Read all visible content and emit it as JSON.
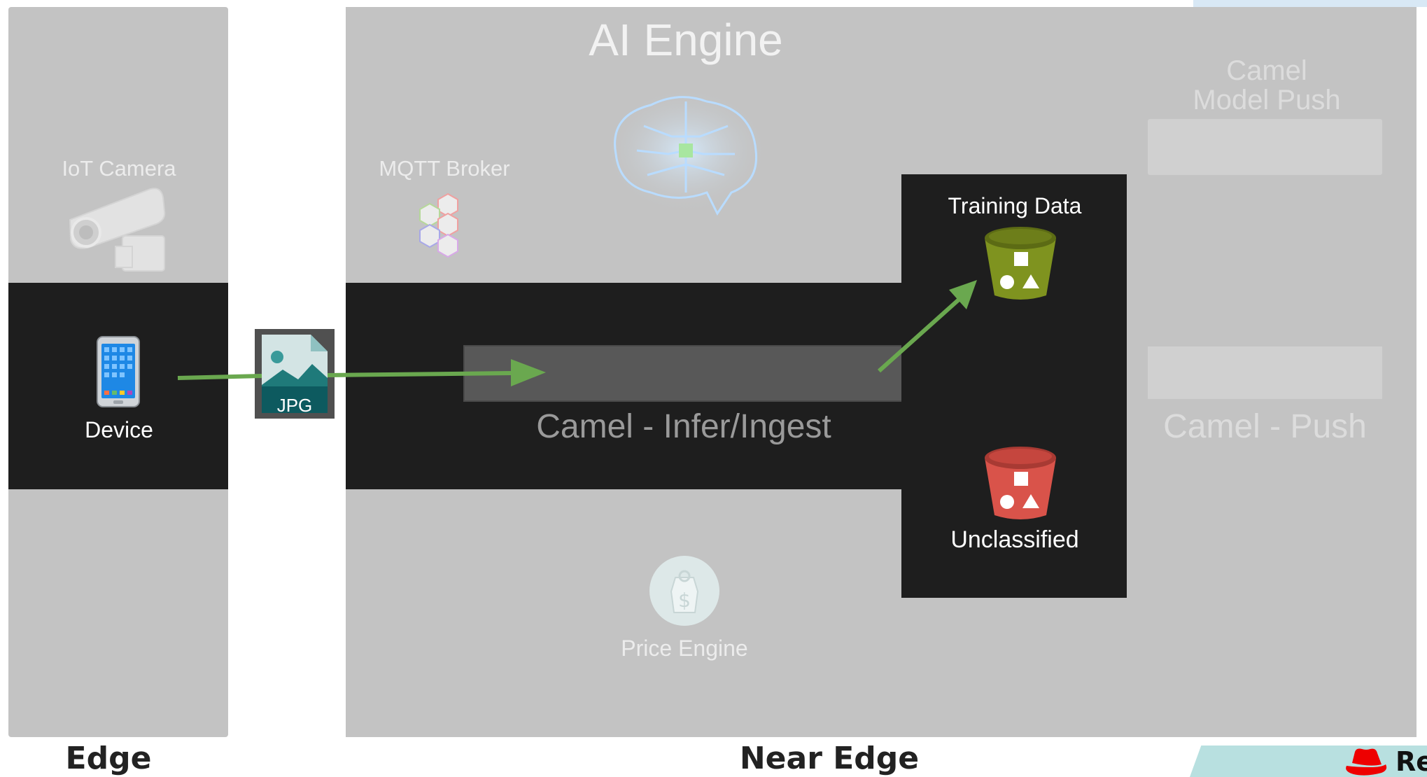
{
  "zones": {
    "edge_label": "Edge",
    "near_edge_label": "Near Edge"
  },
  "edge": {
    "iot_camera_label": "IoT Camera",
    "device_label": "Device"
  },
  "transfer": {
    "file_type_label": "JPG"
  },
  "near_edge": {
    "ai_engine_title": "AI Engine",
    "mqtt_broker_label": "MQTT Broker",
    "camel_infer_label": "Camel - Infer/Ingest",
    "price_engine_label": "Price Engine",
    "camel_model_push_label": "Camel\nModel Push",
    "camel_push_label": "Camel - Push"
  },
  "storage": {
    "training_data_label": "Training Data",
    "unclassified_label": "Unclassified",
    "training_bucket_color": "#7f931f",
    "unclassified_bucket_color": "#d9534a"
  },
  "flow": {
    "arrow_color": "#6aa84f"
  },
  "brand": {
    "logo_text": "Re",
    "logo_color": "#ee0000"
  },
  "icons": [
    "security-camera-icon",
    "smartphone-icon",
    "image-file-icon",
    "hexagon-network-icon",
    "brain-circuit-icon",
    "bucket-icon",
    "price-tag-icon",
    "red-hat-icon"
  ]
}
